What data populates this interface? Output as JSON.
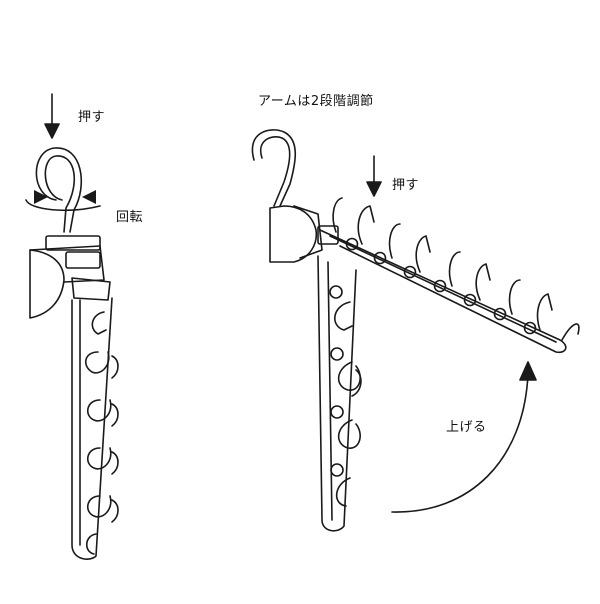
{
  "labels": {
    "press_left": "押す",
    "rotate": "回転",
    "arm_adjust": "アームは2段階調節",
    "press_right": "押す",
    "raise": "上げる"
  },
  "colors": {
    "stroke": "#1a1a1a",
    "background": "#ffffff",
    "text": "#111111"
  }
}
